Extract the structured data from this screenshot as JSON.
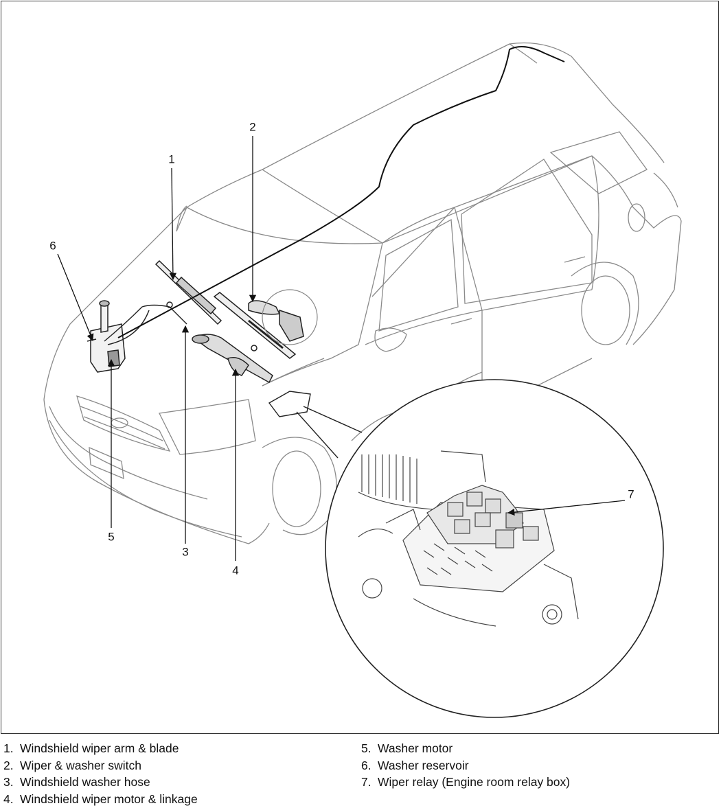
{
  "callouts": [
    {
      "id": "1",
      "label": "1"
    },
    {
      "id": "2",
      "label": "2"
    },
    {
      "id": "3",
      "label": "3"
    },
    {
      "id": "4",
      "label": "4"
    },
    {
      "id": "5",
      "label": "5"
    },
    {
      "id": "6",
      "label": "6"
    },
    {
      "id": "7",
      "label": "7"
    }
  ],
  "legend": [
    {
      "num": "1.",
      "text": "Windshield wiper arm & blade"
    },
    {
      "num": "2.",
      "text": "Wiper & washer switch"
    },
    {
      "num": "3.",
      "text": "Windshield washer hose"
    },
    {
      "num": "4.",
      "text": "Windshield wiper motor & linkage"
    },
    {
      "num": "5.",
      "text": "Washer motor"
    },
    {
      "num": "6.",
      "text": "Washer reservoir"
    },
    {
      "num": "7.",
      "text": "Wiper relay (Engine room relay box)"
    }
  ]
}
